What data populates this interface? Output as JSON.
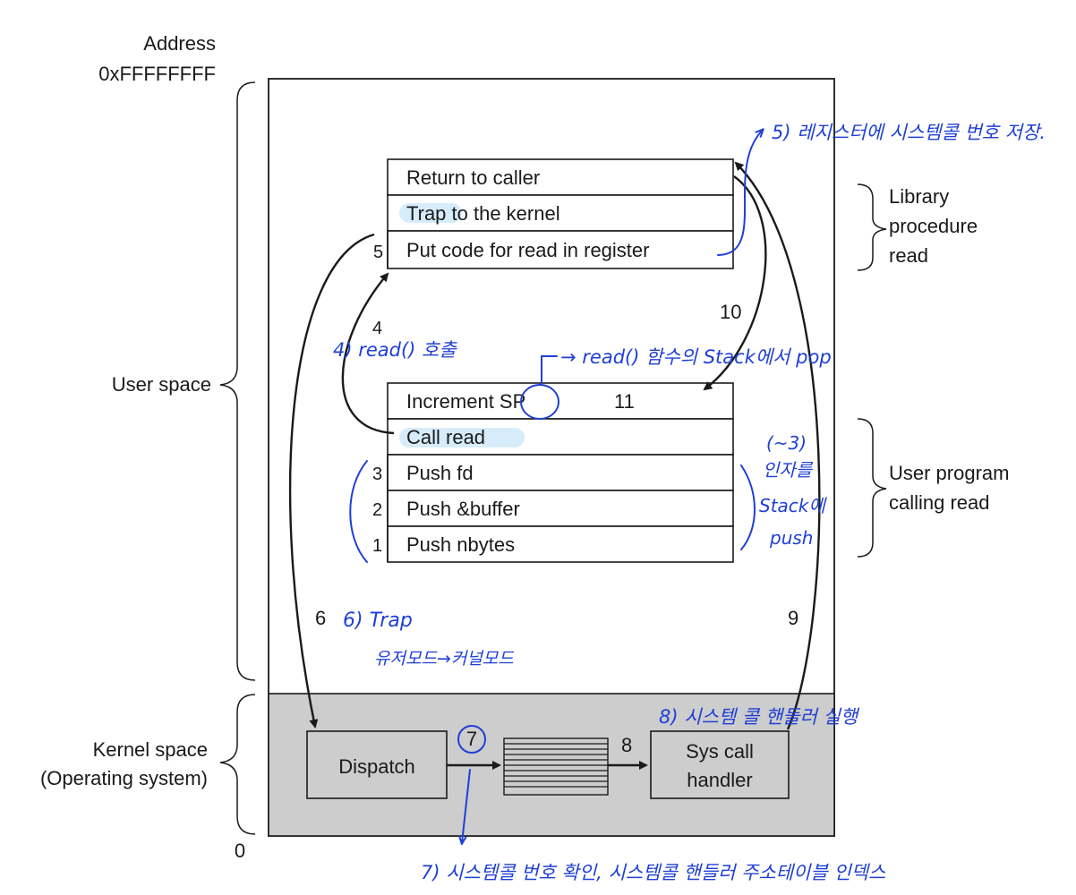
{
  "labels": {
    "address_top_1": "Address",
    "address_top_2": "0xFFFFFFFF",
    "address_bottom": "0",
    "user_space": "User space",
    "kernel_space_1": "Kernel space",
    "kernel_space_2": "(Operating system)",
    "library_1": "Library",
    "library_2": "procedure",
    "library_3": "read",
    "user_prog_1": "User program",
    "user_prog_2": "calling read"
  },
  "library_rows": [
    {
      "num": "",
      "text": "Return to caller"
    },
    {
      "num": "",
      "text": "Trap to the kernel"
    },
    {
      "num": "5",
      "text": "Put code for read in register"
    }
  ],
  "user_rows": [
    {
      "num": "",
      "text": "Increment SP"
    },
    {
      "num": "",
      "text": "Call read"
    },
    {
      "num": "3",
      "text": "Push fd"
    },
    {
      "num": "2",
      "text": "Push &buffer"
    },
    {
      "num": "1",
      "text": "Push nbytes"
    }
  ],
  "kernel_boxes": {
    "dispatch": "Dispatch",
    "handler_1": "Sys call",
    "handler_2": "handler"
  },
  "step_numbers": {
    "s4": "4",
    "s6": "6",
    "s7": "7",
    "s8": "8",
    "s9": "9",
    "s10": "10",
    "s11": "11"
  },
  "annotations": {
    "a5": "5) 레지스터에 시스템콜 번호 저장.",
    "a4": "4) read() 호출",
    "a_sp": "→ read() 함수의 Stack에서 pop",
    "a13_1": "(~3)",
    "a13_2": "인자를",
    "a13_3": "Stack에",
    "a13_4": "push",
    "a6_1": "6) Trap",
    "a6_2": "유저모드→커널모드",
    "a8": "8) 시스템 콜 핸들러 실행",
    "a7": "7) 시스템콜 번호 확인, 시스템콜 핸들러 주소테이블 인덱스"
  },
  "colors": {
    "ink": "#1a1a1a",
    "pen": "#1f3fd6",
    "kernel_fill": "#cdcdcd",
    "highlight": "#d6ecfb"
  }
}
